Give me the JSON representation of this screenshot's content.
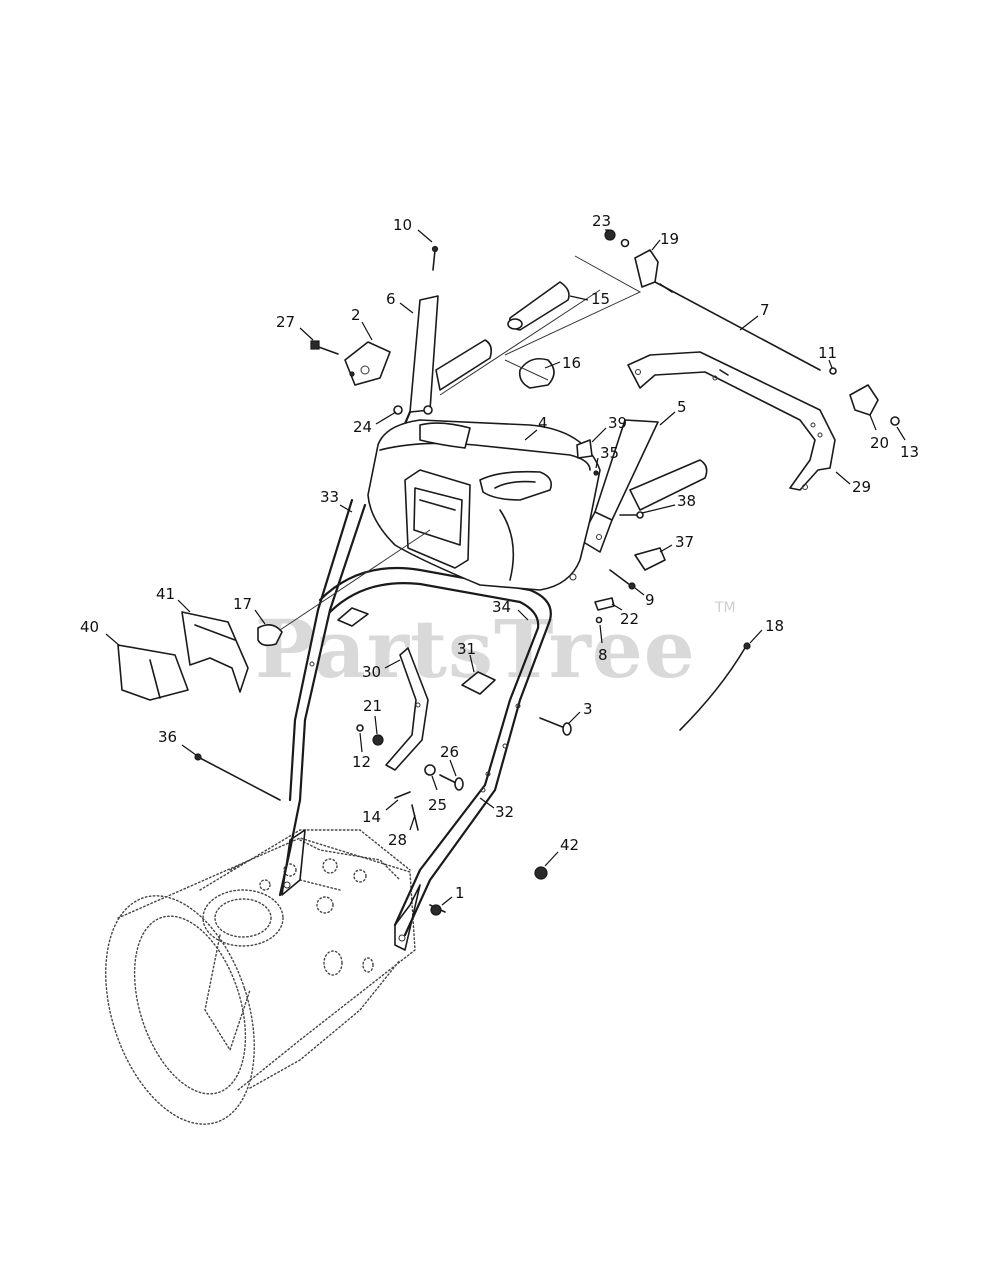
{
  "watermark": {
    "text": "PartsTree",
    "trademark": "TM"
  },
  "callouts": [
    {
      "id": "1",
      "label": "1"
    },
    {
      "id": "2",
      "label": "2"
    },
    {
      "id": "3",
      "label": "3"
    },
    {
      "id": "4",
      "label": "4"
    },
    {
      "id": "5",
      "label": "5"
    },
    {
      "id": "6",
      "label": "6"
    },
    {
      "id": "7",
      "label": "7"
    },
    {
      "id": "8",
      "label": "8"
    },
    {
      "id": "9",
      "label": "9"
    },
    {
      "id": "10",
      "label": "10"
    },
    {
      "id": "11",
      "label": "11"
    },
    {
      "id": "12",
      "label": "12"
    },
    {
      "id": "13",
      "label": "13"
    },
    {
      "id": "14",
      "label": "14"
    },
    {
      "id": "15",
      "label": "15"
    },
    {
      "id": "16",
      "label": "16"
    },
    {
      "id": "17",
      "label": "17"
    },
    {
      "id": "18",
      "label": "18"
    },
    {
      "id": "19",
      "label": "19"
    },
    {
      "id": "20",
      "label": "20"
    },
    {
      "id": "21",
      "label": "21"
    },
    {
      "id": "22",
      "label": "22"
    },
    {
      "id": "23",
      "label": "23"
    },
    {
      "id": "24",
      "label": "24"
    },
    {
      "id": "25",
      "label": "25"
    },
    {
      "id": "26",
      "label": "26"
    },
    {
      "id": "27",
      "label": "27"
    },
    {
      "id": "28",
      "label": "28"
    },
    {
      "id": "29",
      "label": "29"
    },
    {
      "id": "30",
      "label": "30"
    },
    {
      "id": "31",
      "label": "31"
    },
    {
      "id": "32",
      "label": "32"
    },
    {
      "id": "33",
      "label": "33"
    },
    {
      "id": "34",
      "label": "34"
    },
    {
      "id": "35",
      "label": "35"
    },
    {
      "id": "36",
      "label": "36"
    },
    {
      "id": "37",
      "label": "37"
    },
    {
      "id": "38",
      "label": "38"
    },
    {
      "id": "39",
      "label": "39"
    },
    {
      "id": "40",
      "label": "40"
    },
    {
      "id": "41",
      "label": "41"
    },
    {
      "id": "42",
      "label": "42"
    }
  ]
}
